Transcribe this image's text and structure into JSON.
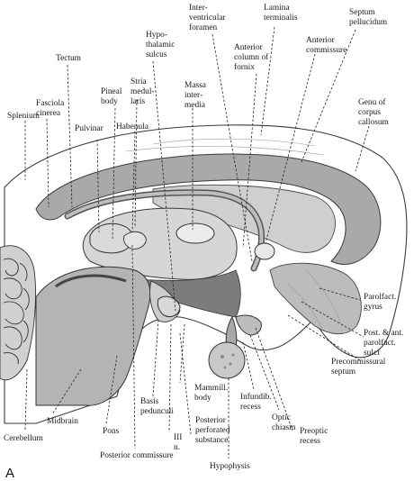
{
  "figure": {
    "panel_letter": "A",
    "labels": {
      "interventricular_foramen": [
        "Inter-",
        "ventricular",
        "foramen"
      ],
      "lamina_terminalis": [
        "Lamina",
        "terminalis"
      ],
      "septum_pellucidum": [
        "Septum",
        "pellucidum"
      ],
      "tectum": [
        "Tectum"
      ],
      "hypothalamic_sulcus": [
        "Hypo-",
        "thalamic",
        "sulcus"
      ],
      "anterior_column_of_fornix": [
        "Anterior",
        "column of",
        "fornix"
      ],
      "anterior_commissure": [
        "Anterior",
        "commissure"
      ],
      "fasciola_cinerea": [
        "Fasciola",
        "cinerea"
      ],
      "pineal_body": [
        "Pineal",
        "body"
      ],
      "stria_medullaris": [
        "Stria",
        "medul-",
        "laris"
      ],
      "massa_intermedia": [
        "Massa",
        "inter-",
        "media"
      ],
      "genu_of_corpus_callosum": [
        "Genu of",
        "corpus",
        "callosum"
      ],
      "splenium": [
        "Splenium"
      ],
      "pulvinar": [
        "Pulvinar"
      ],
      "habenula": [
        "Habenula"
      ],
      "parolfact_gyrus": [
        "Parolfact.",
        "gyrus"
      ],
      "post_ant_parolfact_sulci": [
        "Post. & ant.",
        "parolfact.",
        "sulci"
      ],
      "precommissural_septum": [
        "Precommissural",
        "septum"
      ],
      "mammill_body": [
        "Mammill.",
        "body"
      ],
      "infundib_recess": [
        "Infundib.",
        "recess"
      ],
      "optic_chiasm": [
        "Optic",
        "chiasm"
      ],
      "preoptic_recess": [
        "Preoptic",
        "recess"
      ],
      "basis_pedunculi": [
        "Basis",
        "pedunculi"
      ],
      "midbrain": [
        "Midbrain"
      ],
      "pons": [
        "Pons"
      ],
      "posterior_perforated_substance": [
        "Posterior",
        "perforated",
        "substance"
      ],
      "third_nerve": [
        "III",
        "n."
      ],
      "cerebellum": [
        "Cerebellum"
      ],
      "posterior_commissure": [
        "Posterior commissure"
      ],
      "hypophysis": [
        "Hypophysis"
      ]
    },
    "colors": {
      "background": "#ffffff",
      "hemisphere_wall": "#c4c4c4",
      "corpus_callosum": "#a8a8a8",
      "ventricle_dark": "#7a7a7a",
      "thalamus": "#d4d4d4",
      "ink": "#1a1a1a"
    }
  }
}
